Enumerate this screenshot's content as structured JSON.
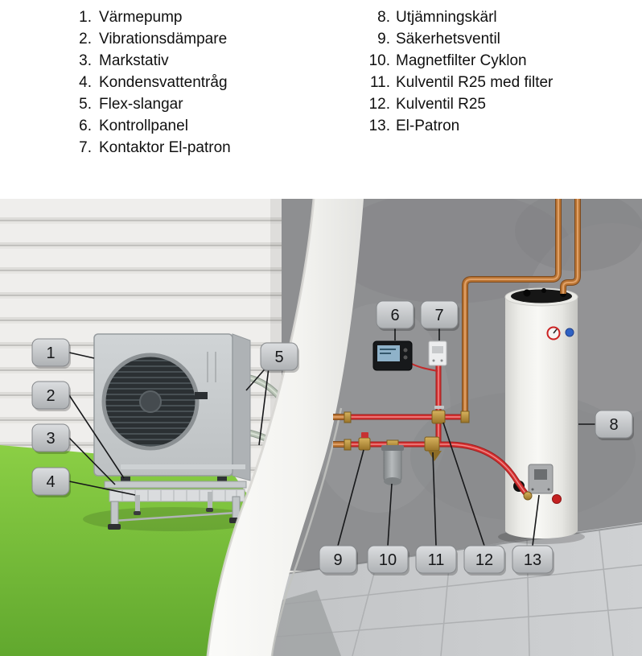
{
  "legend": {
    "col1": [
      {
        "num": "1.",
        "label": "Värmepump"
      },
      {
        "num": "2.",
        "label": "Vibrationsdämpare"
      },
      {
        "num": "3.",
        "label": "Markstativ"
      },
      {
        "num": "4.",
        "label": "Kondensvattentråg"
      },
      {
        "num": "5.",
        "label": "Flex-slangar"
      },
      {
        "num": "6.",
        "label": "Kontrollpanel"
      },
      {
        "num": "7.",
        "label": "Kontaktor El-patron"
      }
    ],
    "col2": [
      {
        "num": "8.",
        "label": "Utjämningskärl"
      },
      {
        "num": "9.",
        "label": "Säkerhetsventil"
      },
      {
        "num": "10.",
        "label": "Magnetfilter Cyklon"
      },
      {
        "num": "11.",
        "label": "Kulventil R25 med filter"
      },
      {
        "num": "12.",
        "label": "Kulventil R25"
      },
      {
        "num": "13.",
        "label": "El-Patron"
      }
    ]
  },
  "callouts": [
    "1",
    "2",
    "3",
    "4",
    "5",
    "6",
    "7",
    "8",
    "9",
    "10",
    "11",
    "12",
    "13"
  ],
  "colors": {
    "grass": "#76c23c",
    "copper": "#b87333",
    "pipe_red": "#d63030",
    "tank_white": "#f2f2ee",
    "badge_gray": "#c3c6c9",
    "concrete": "#8e8f91"
  }
}
